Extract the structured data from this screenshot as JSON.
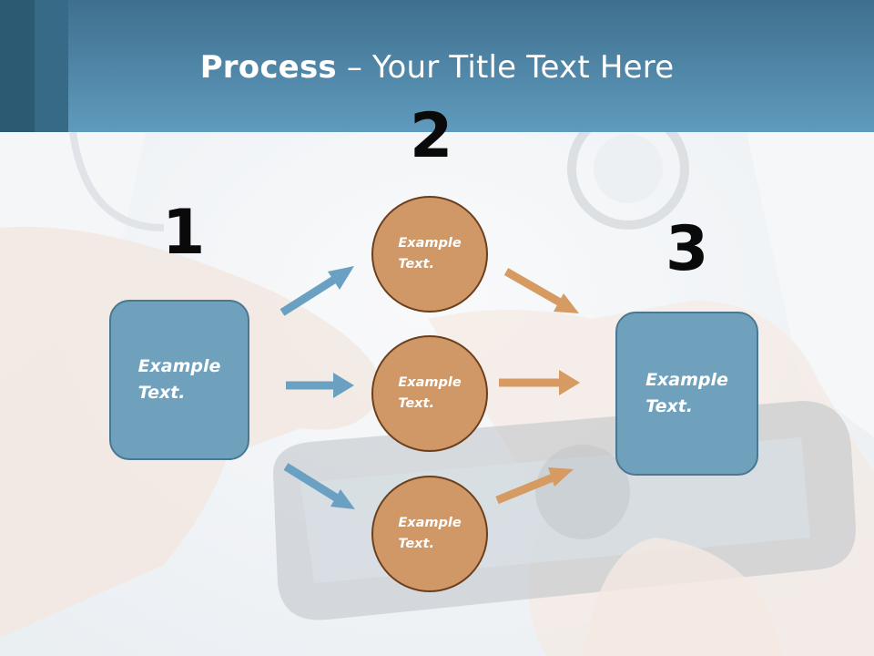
{
  "title": {
    "bold": "Process",
    "rest": " – Your Title Text Here"
  },
  "steps": [
    {
      "number": "1",
      "label": "Example Text."
    },
    {
      "number": "2",
      "nodes": [
        {
          "label": "Example Text."
        },
        {
          "label": "Example Text."
        },
        {
          "label": "Example Text."
        }
      ]
    },
    {
      "number": "3",
      "label": "Example Text."
    }
  ],
  "colors": {
    "header": "#5f9bbd",
    "box_fill": "#6fa1bd",
    "circle_fill": "#cf9866",
    "circle_border": "#6b3f1d",
    "blue_arrow": "#6aa0c2",
    "orange_arrow": "#d69a63"
  }
}
